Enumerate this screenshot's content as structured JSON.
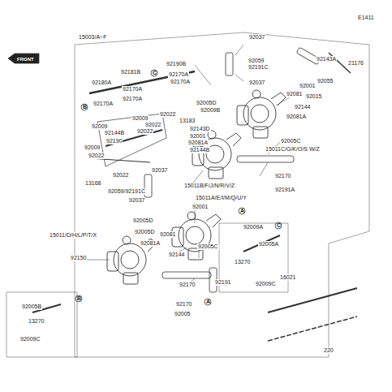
{
  "diagram": {
    "labels": [
      "E1411",
      "FRONT",
      "15003/A~F",
      "92190B",
      "92181B",
      "C",
      "92170A",
      "92170A",
      "92180A",
      "B",
      "92170A",
      "92170A",
      "92170A",
      "92022",
      "92009",
      "92022",
      "92009",
      "92144B",
      "92022",
      "92190",
      "92009",
      "92022",
      "92022",
      "13168",
      "92059/92191C",
      "92037",
      "92037",
      "92005D",
      "15011/D/H/L/P/T/X",
      "92081A",
      "92150",
      "92005B",
      "B",
      "13270",
      "92009C",
      "92037",
      "92059",
      "92191C",
      "92037",
      "92005D",
      "92009B",
      "13183",
      "92143D",
      "92001",
      "92081A",
      "92144B",
      "92001",
      "92081",
      "92015",
      "92144",
      "92081A",
      "92143A",
      "21176",
      "92055",
      "92005C",
      "15011C/G/K/O/S W/Z",
      "15011B/F/J/N/R/V/Z",
      "92170",
      "92191A",
      "A",
      "92001",
      "15011A/E/I/M/Q/U/Y",
      "92009A",
      "92005D",
      "92081",
      "92005C",
      "92144",
      "92191",
      "92170",
      "92170",
      "92005",
      "A",
      "92005A",
      "C",
      "13270",
      "92009C",
      "16021",
      "220"
    ]
  }
}
